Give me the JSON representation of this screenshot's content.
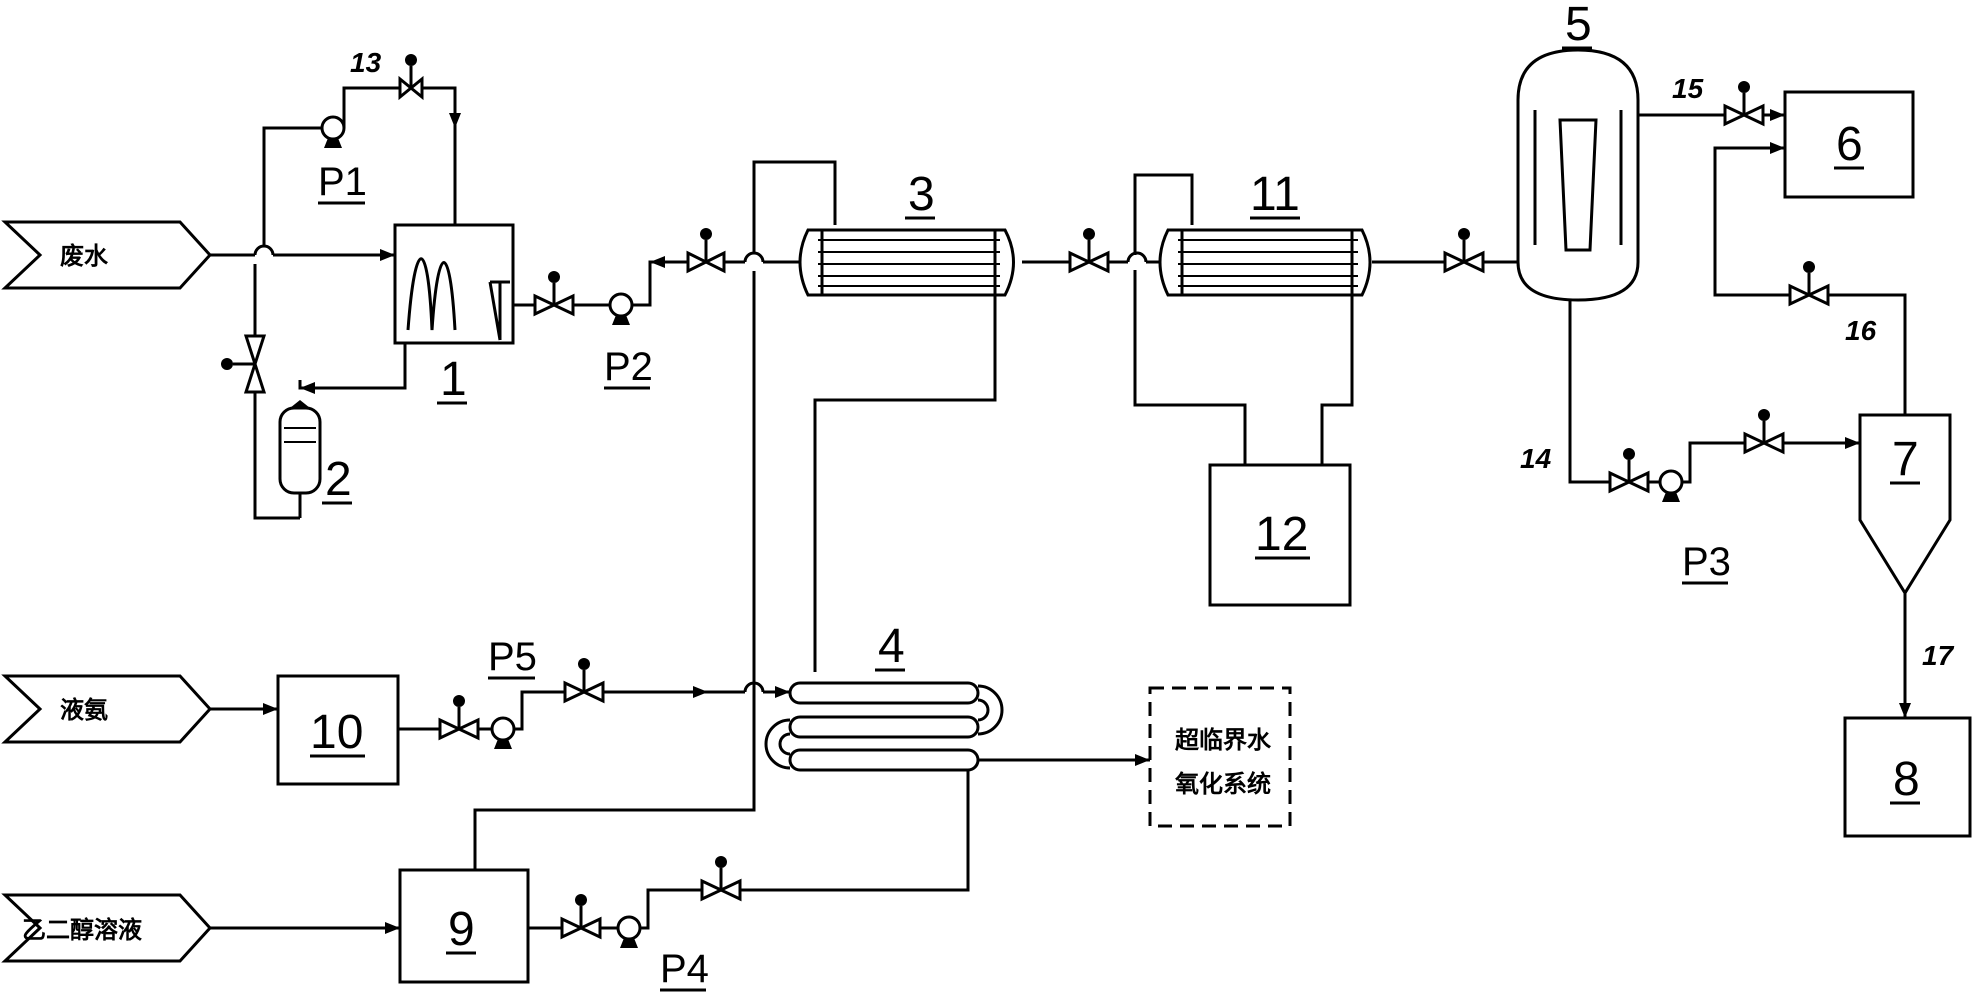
{
  "inputs": {
    "wastewater": "废水",
    "liquid_ammonia": "液氨",
    "glycol_solution": "乙二醇溶液"
  },
  "external_system": {
    "line1": "超临界水",
    "line2": "氧化系统"
  },
  "equipment": {
    "e1": "1",
    "e2": "2",
    "e3": "3",
    "e4": "4",
    "e5": "5",
    "e6": "6",
    "e7": "7",
    "e8": "8",
    "e9": "9",
    "e10": "10",
    "e11": "11",
    "e12": "12"
  },
  "pumps": {
    "p1": "P1",
    "p2": "P2",
    "p3": "P3",
    "p4": "P4",
    "p5": "P5"
  },
  "streams": {
    "s13": "13",
    "s14": "14",
    "s15": "15",
    "s16": "16",
    "s17": "17"
  }
}
